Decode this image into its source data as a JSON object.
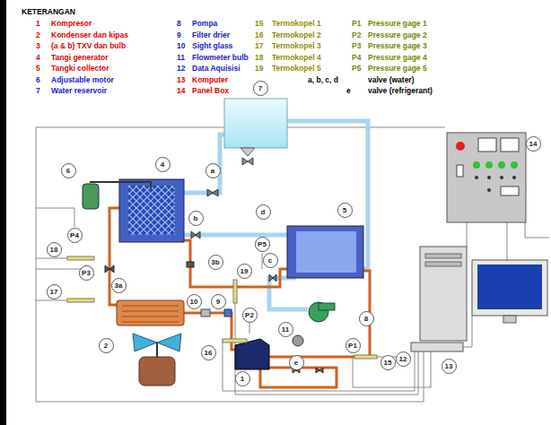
{
  "diagram": {
    "title": "KETERANGAN",
    "nodes": [
      {
        "text": [
          "7"
        ]
      },
      {
        "text": [
          "14"
        ]
      },
      {
        "text": [
          "6"
        ]
      },
      {
        "text": [
          "4"
        ]
      },
      {
        "text": [
          "a"
        ]
      },
      {
        "text": [
          "b"
        ]
      },
      {
        "text": [
          "d"
        ]
      },
      {
        "text": [
          "5"
        ]
      },
      {
        "text": [
          "P5"
        ]
      },
      {
        "text": [
          "P4"
        ]
      },
      {
        "text": [
          "18"
        ]
      },
      {
        "text": [
          "3b"
        ]
      },
      {
        "text": [
          "c"
        ]
      },
      {
        "text": [
          "P3"
        ]
      },
      {
        "text": [
          "19"
        ]
      },
      {
        "text": [
          "17"
        ]
      },
      {
        "text": [
          "3a"
        ]
      },
      {
        "text": [
          "10"
        ]
      },
      {
        "text": [
          "9"
        ]
      },
      {
        "text": [
          "P2"
        ]
      },
      {
        "text": [
          "8"
        ]
      },
      {
        "text": [
          "11"
        ]
      },
      {
        "text": [
          "2"
        ]
      },
      {
        "text": [
          "P1"
        ]
      },
      {
        "text": [
          "16"
        ]
      },
      {
        "text": [
          "12"
        ]
      },
      {
        "text": [
          "13"
        ]
      },
      {
        "text": [
          "e"
        ]
      },
      {
        "text": [
          "15"
        ]
      },
      {
        "text": [
          "1"
        ]
      }
    ],
    "labels": [
      "1",
      "Kompresor",
      "2",
      "Kondenser dan kipas",
      "3",
      "(a & b) TXV dan bulb",
      "4",
      "Tangi generator",
      "5",
      "Tangki collector",
      "6",
      "Adjustable motor",
      "7",
      "Water reservoir",
      "8",
      "Pompa",
      "9",
      "Filter drier",
      "10",
      "Sight glass",
      "11",
      "Flowmeter bulb",
      "12",
      "Data Aquisisi",
      "13",
      "Komputer",
      "14",
      "Panel Box",
      "15",
      "Termokopel 1",
      "16",
      "Termokopel 2",
      "17",
      "Termokopel 3",
      "18",
      "Termokopel 4",
      "19",
      "Termokopel 5",
      "P1",
      "Pressure gage 1",
      "P2",
      "Pressure gage 2",
      "P3",
      "Pressure gage 3",
      "P4",
      "Pressure gage 4",
      "P5",
      "Pressure gage 5",
      "a, b, c, d",
      "valve (water)",
      "e",
      "valve (refrigerant)"
    ]
  }
}
